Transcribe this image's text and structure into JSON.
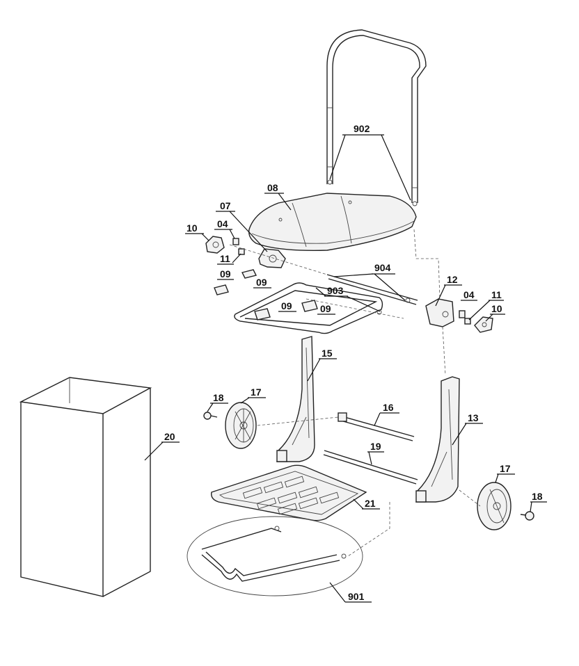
{
  "labels": {
    "p902": "902",
    "p08": "08",
    "p07": "07",
    "p10a": "10",
    "p04a": "04",
    "p11a": "11",
    "p09a": "09",
    "p09b": "09",
    "p09c": "09",
    "p09d": "09",
    "p904": "904",
    "p903": "903",
    "p12": "12",
    "p04b": "04",
    "p11b": "11",
    "p10b": "10",
    "p15": "15",
    "p18a": "18",
    "p17a": "17",
    "p16": "16",
    "p13": "13",
    "p20": "20",
    "p19": "19",
    "p17b": "17",
    "p18b": "18",
    "p21": "21",
    "p901": "901"
  }
}
